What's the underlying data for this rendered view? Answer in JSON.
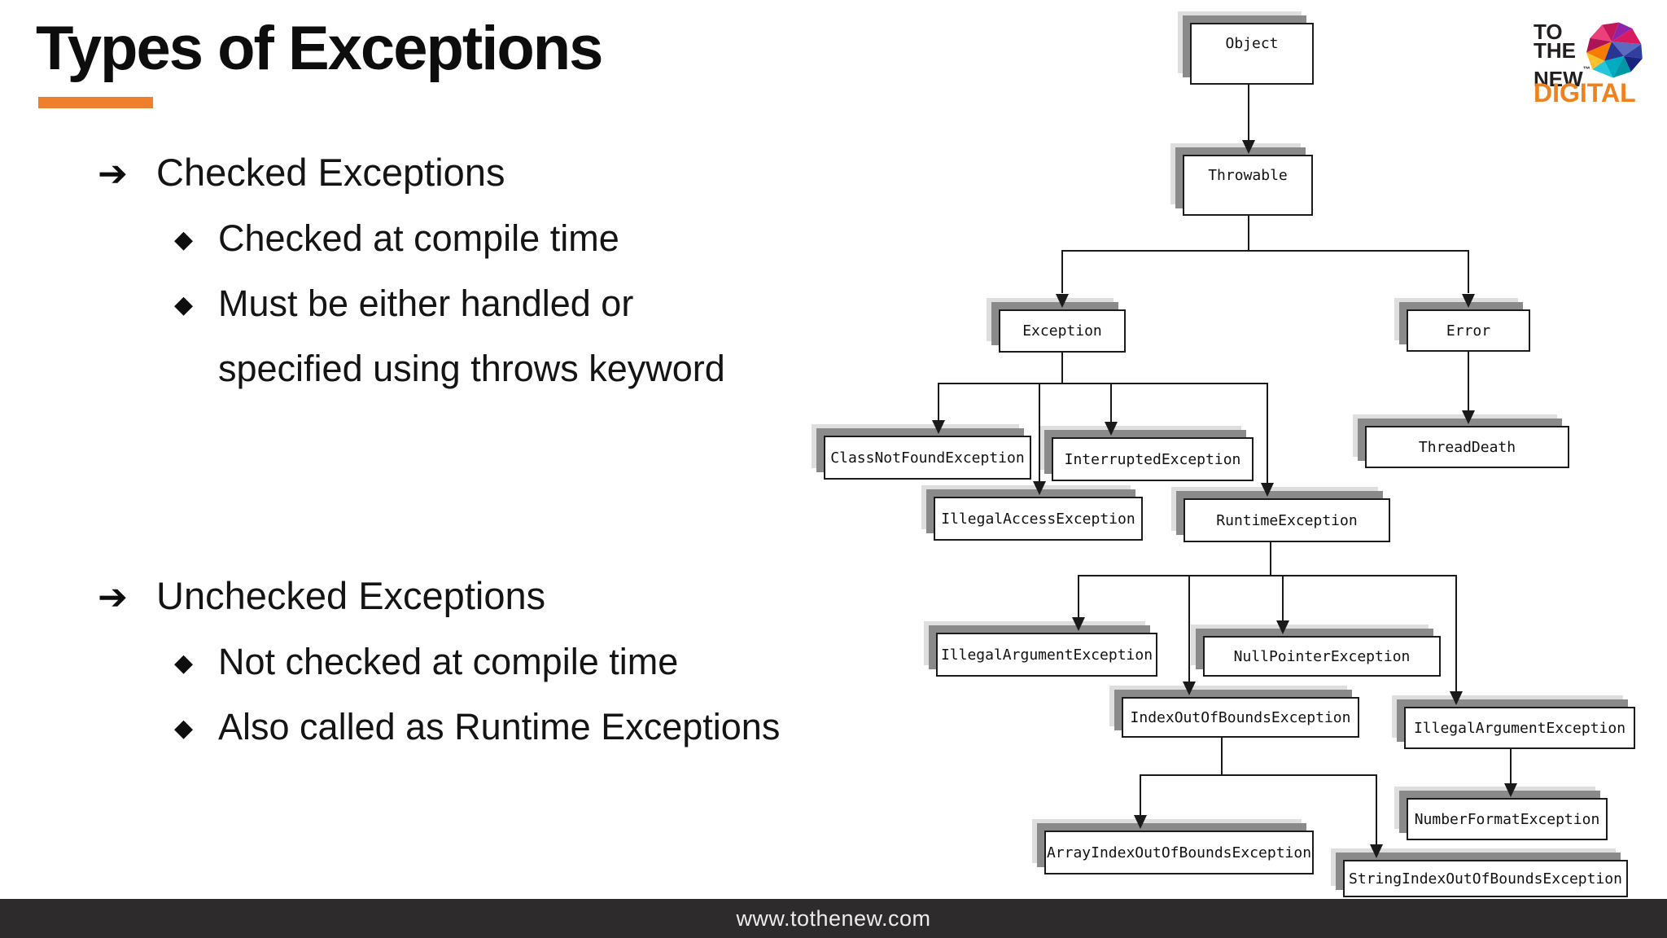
{
  "header": {
    "title": "Types of Exceptions"
  },
  "logo": {
    "line1": "TO",
    "line2": "THE",
    "line3": "NEW",
    "tm": "™",
    "word": "DIGITAL"
  },
  "bullets": {
    "arrow_glyph": "➔",
    "diamond_glyph": "◆",
    "checked": {
      "title": "Checked Exceptions",
      "item1": "Checked at compile time",
      "item2_line1": "Must be either handled or",
      "item2_line2": "specified using throws keyword"
    },
    "unchecked": {
      "title": "Unchecked Exceptions",
      "item1": "Not checked at compile time",
      "item2": "Also called as Runtime Exceptions"
    }
  },
  "diagram": {
    "nodes": {
      "object": {
        "label": "Object"
      },
      "throwable": {
        "label": "Throwable"
      },
      "exception": {
        "label": "Exception"
      },
      "error": {
        "label": "Error"
      },
      "classnotfound": {
        "label": "ClassNotFoundException"
      },
      "interrupted": {
        "label": "InterruptedException"
      },
      "threaddeath": {
        "label": "ThreadDeath"
      },
      "illegalaccess": {
        "label": "IllegalAccessException"
      },
      "runtime": {
        "label": "RuntimeException"
      },
      "illegalargument": {
        "label": "IllegalArgumentException"
      },
      "nullpointer": {
        "label": "NullPointerException"
      },
      "indexoutofbounds": {
        "label": "IndexOutOfBoundsException"
      },
      "illegalargument2": {
        "label": "IllegalArgumentException"
      },
      "arrayindexoob": {
        "label": "ArrayIndexOutOfBoundsException"
      },
      "numberformat": {
        "label": "NumberFormatException"
      },
      "stringindexoob": {
        "label": "StringIndexOutOfBoundsException"
      }
    }
  },
  "footer": {
    "url": "www.tothenew.com"
  },
  "colors": {
    "accent_orange": "#EE7F2D",
    "logo_orange": "#F0821E",
    "logo_black": "#221E1F",
    "footer_bg": "#2D2B2C",
    "diagram_line": "#1A1A1A",
    "node_shadow": "#8A8A8A"
  }
}
